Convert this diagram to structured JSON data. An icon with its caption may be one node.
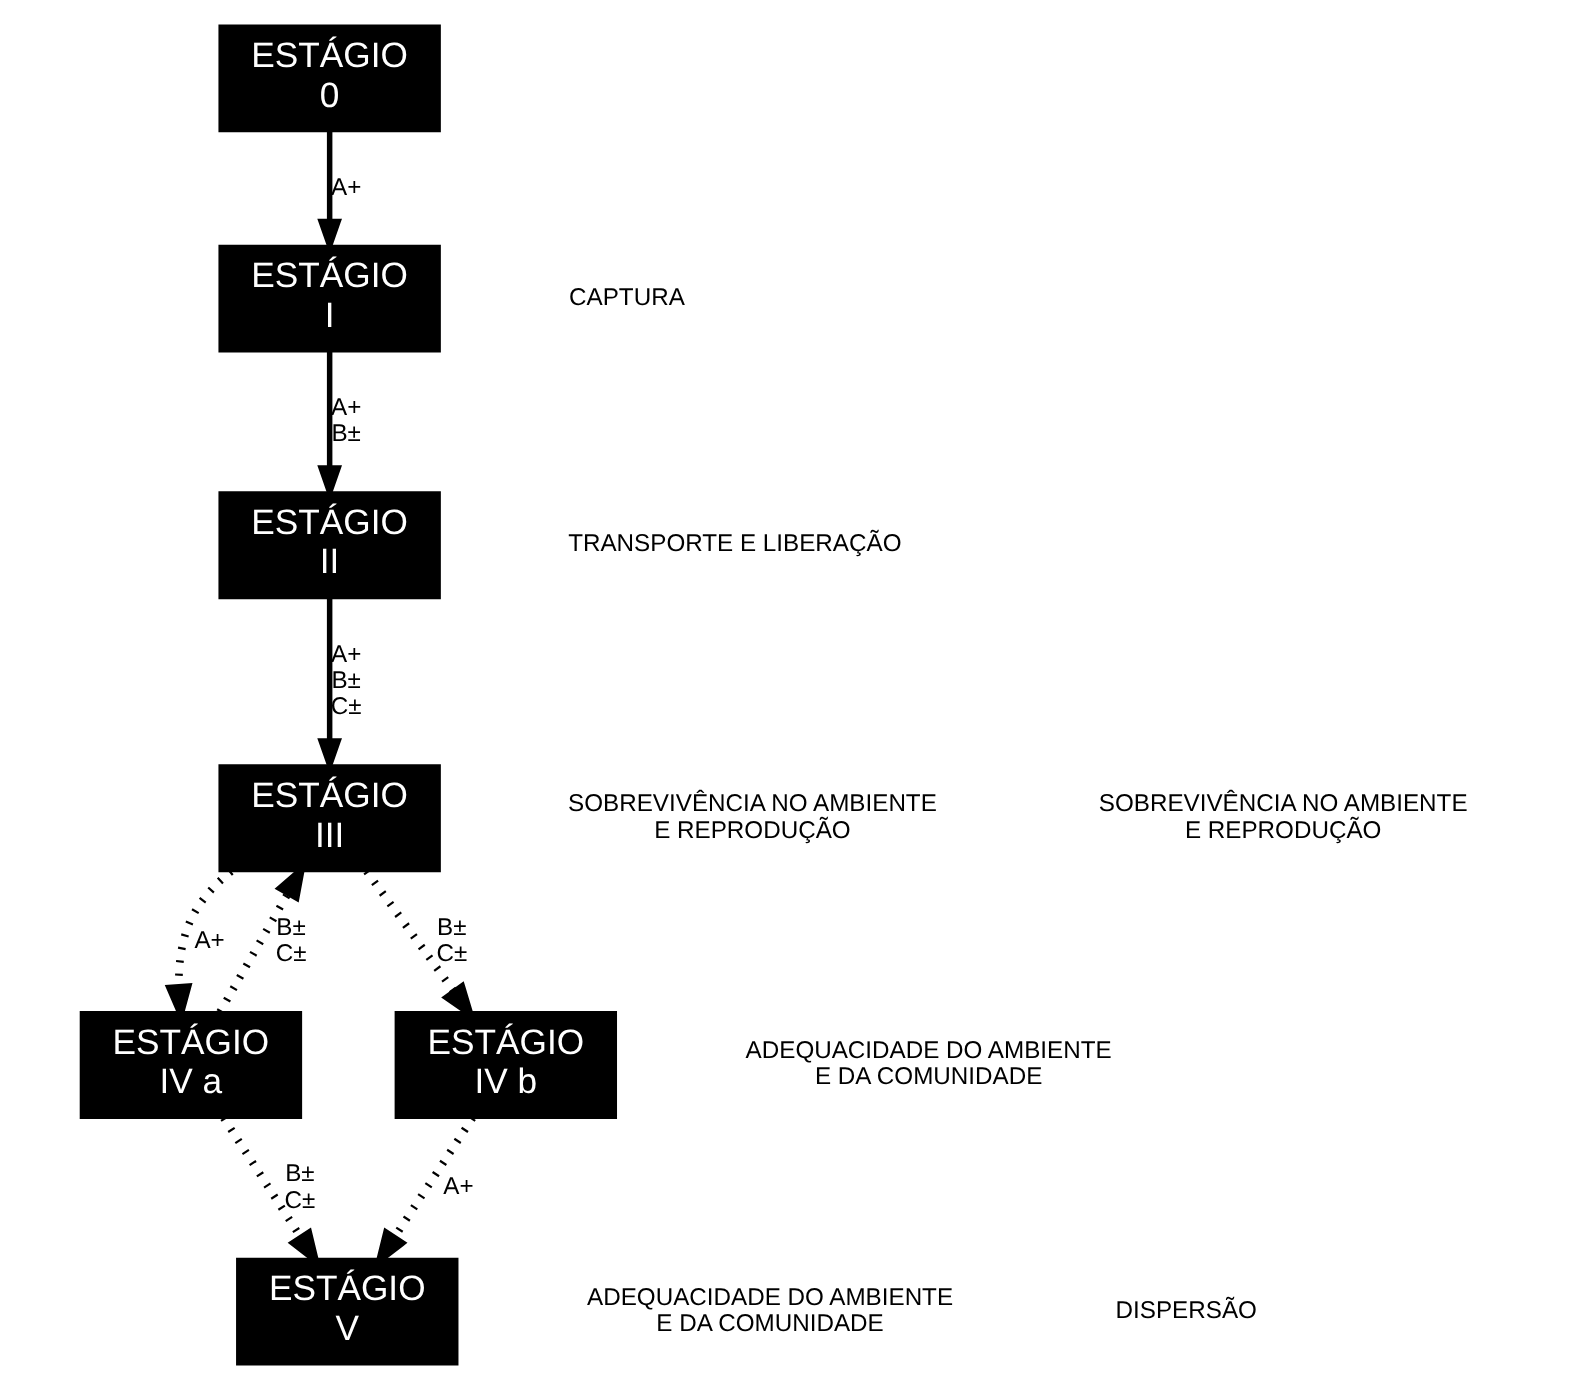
{
  "diagram": {
    "nodes": [
      {
        "text": [
          "ESTÁGIO 0"
        ]
      },
      {
        "text": [
          "ESTÁGIO I"
        ]
      },
      {
        "text": [
          "ESTÁGIO II"
        ]
      },
      {
        "text": [
          "ESTÁGIO III"
        ]
      },
      {
        "text": [
          "ESTÁGIO IV a"
        ]
      },
      {
        "text": [
          "ESTÁGIO IV b"
        ]
      },
      {
        "text": [
          "ESTÁGIO V"
        ]
      }
    ],
    "edges": [
      {
        "from": 0,
        "to": 1,
        "arrow": "to",
        "label": "A+"
      },
      {
        "from": 1,
        "to": 2,
        "arrow": "to",
        "label": "A+ B±"
      },
      {
        "from": 2,
        "to": 3,
        "arrow": "to",
        "label": "A+ B± C±"
      },
      {
        "from": 4,
        "to": 3,
        "arrow": "to",
        "label": "B± C±",
        "style": "dashed"
      },
      {
        "from": 3,
        "to": 4,
        "arrow": "to",
        "label": "A+",
        "style": "dashed"
      },
      {
        "from": 3,
        "to": 5,
        "arrow": "to",
        "label": "B± C±",
        "style": "dashed"
      },
      {
        "from": 4,
        "to": 6,
        "arrow": "to",
        "label": "B± C±",
        "style": "dashed"
      },
      {
        "from": 5,
        "to": 6,
        "arrow": "to",
        "label": "A+",
        "style": "dashed"
      }
    ],
    "labels": [
      "CAPTURA",
      "TRANSPORTE E LIBERAÇÃO",
      "SOBREVIVÊNCIA NO AMBIENTE E REPRODUÇÃO",
      "SOBREVIVÊNCIA NO AMBIENTE E REPRODUÇÃO",
      "ADEQUACIDADE DO AMBIENTE E DA COMUNIDADE",
      "ADEQUACIDADE DO AMBIENTE E DA COMUNIDADE",
      "DISPERSÃO"
    ]
  }
}
